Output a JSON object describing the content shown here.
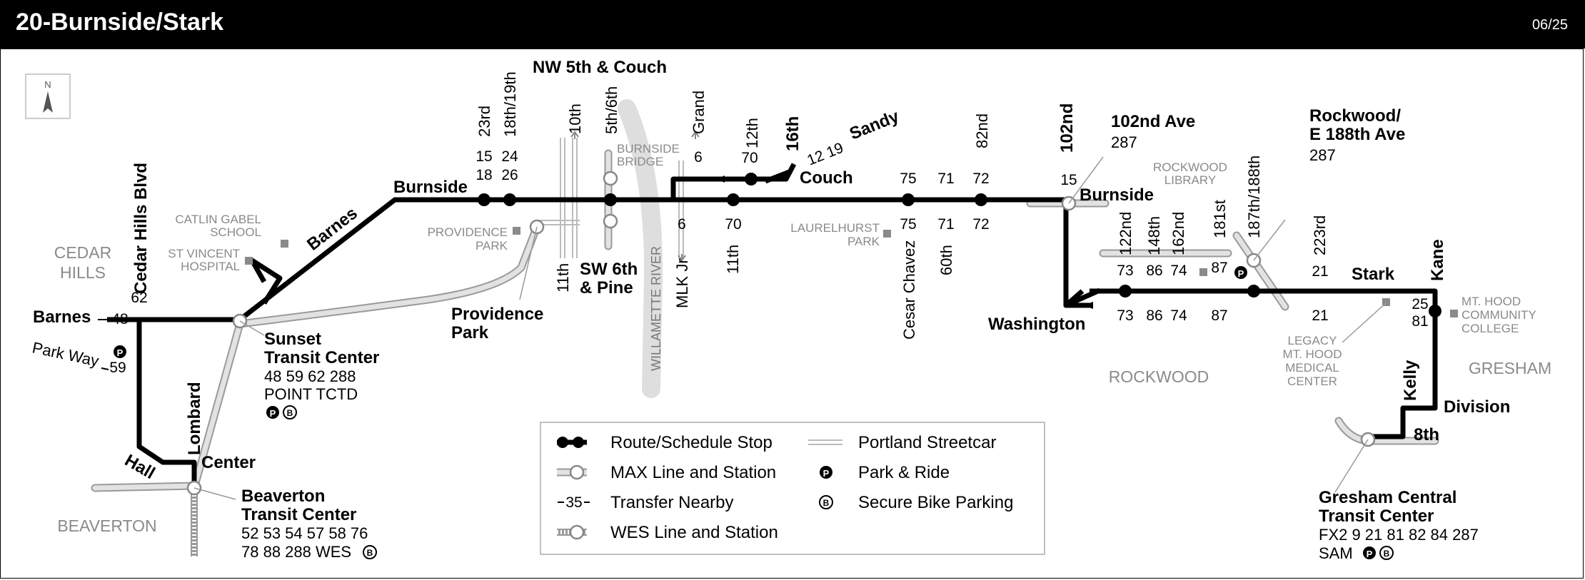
{
  "header": {
    "title": "20-Burnside/Stark",
    "date": "06/25"
  },
  "compass": {
    "letter": "N"
  },
  "areas": {
    "cedar_hills_1": "CEDAR",
    "cedar_hills_2": "HILLS",
    "beaverton": "BEAVERTON",
    "rockwood": "ROCKWOOD",
    "gresham": "GRESHAM"
  },
  "streets": {
    "cedar_hills_blvd": "Cedar Hills Blvd",
    "barnes_left": "Barnes",
    "barnes_diag": "Barnes",
    "park_way": "Park Way",
    "hall": "Hall",
    "lombard": "Lombard",
    "center": "Center",
    "burnside_1": "Burnside",
    "burnside_2": "Burnside",
    "couch": "Couch",
    "sandy": "Sandy",
    "st_16th": "16th",
    "st_102nd": "102nd",
    "washington": "Washington",
    "stark": "Stark",
    "kane": "Kane",
    "kelly": "Kelly",
    "division": "Division",
    "st_8th": "8th",
    "st_23rd": "23rd",
    "st_18th19th": "18th/19th",
    "st_10th": "10th",
    "st_11th": "11th",
    "st_5th6th": "5th/6th",
    "grand": "Grand",
    "st_12th": "12th",
    "st_11th_b": "11th",
    "mlk": "MLK Jr",
    "cesar_chavez": "Cesar Chavez",
    "st_60th": "60th",
    "st_82nd": "82nd",
    "st_122nd": "122nd",
    "st_148th": "148th",
    "st_162nd": "162nd",
    "st_181st": "181st",
    "st_187th188th": "187th/188th",
    "st_223rd": "223rd",
    "river": "WILLAMETTE  RIVER"
  },
  "places": {
    "nw5th_couch": "NW 5th & Couch",
    "sw6th_pine_1": "SW 6th",
    "sw6th_pine_2": "& Pine",
    "providence_park_1": "Providence",
    "providence_park_2": "Park",
    "ave102_title": "102nd Ave",
    "ave102_routes": "287",
    "rockwood_1": "Rockwood/",
    "rockwood_2": "E 188th Ave",
    "rockwood_routes": "287"
  },
  "landmarks": {
    "catlin_1": "CATLIN GABEL",
    "catlin_2": "SCHOOL",
    "stvincent_1": "ST VINCENT",
    "stvincent_2": "HOSPITAL",
    "providence_1": "PROVIDENCE",
    "providence_2": "PARK",
    "bridge_1": "BURNSIDE",
    "bridge_2": "BRIDGE",
    "laurelhurst_1": "LAURELHURST",
    "laurelhurst_2": "PARK",
    "library_1": "ROCKWOOD",
    "library_2": "LIBRARY",
    "legacy_1": "LEGACY",
    "legacy_2": "MT. HOOD",
    "legacy_3": "MEDICAL",
    "legacy_4": "CENTER",
    "mhcc_1": "MT. HOOD",
    "mhcc_2": "COMMUNITY",
    "mhcc_3": "COLLEGE"
  },
  "transit_centers": {
    "sunset_1": "Sunset",
    "sunset_2": "Transit Center",
    "sunset_routes_1": "48 59 62 288",
    "sunset_routes_2": "POINT TCTD",
    "beaverton_1": "Beaverton",
    "beaverton_2": "Transit Center",
    "beaverton_routes_1": "52 53 54 57 58 76",
    "beaverton_routes_2": "78 88 288 WES",
    "gresham_1": "Gresham Central",
    "gresham_2": "Transit Center",
    "gresham_routes_1": "FX2 9 21 81 82 84 287",
    "gresham_routes_2": "SAM"
  },
  "transfers": {
    "t62": "62",
    "t48": "48",
    "t59": "59",
    "t15_18": "15",
    "t18": "18",
    "t24": "24",
    "t26": "26",
    "t6a": "6",
    "t6b": "6",
    "t70a": "70",
    "t70b": "70",
    "t12_19": "12 19",
    "t75a": "75",
    "t75b": "75",
    "t71a": "71",
    "t71b": "71",
    "t72a": "72",
    "t72b": "72",
    "t15b": "15",
    "t73a": "73",
    "t73b": "73",
    "t86a": "86",
    "t86b": "86",
    "t74a": "74",
    "t74b": "74",
    "t87a": "87",
    "t87b": "87",
    "t21a": "21",
    "t21b": "21",
    "t25": "25",
    "t81": "81"
  },
  "icons": {
    "park_ride": "P",
    "bike": "B"
  },
  "legend": {
    "route_stop": "Route/Schedule Stop",
    "max": "MAX Line and Station",
    "transfer_sample": "35",
    "transfer": "Transfer Nearby",
    "wes": "WES Line and Station",
    "streetcar": "Portland Streetcar",
    "park_ride": "Park & Ride",
    "bike": "Secure Bike Parking"
  },
  "colors": {
    "route": "#000000",
    "max": "#d9d9d9",
    "max_outline": "#9a9a9a",
    "river": "#dedede",
    "landmark": "#8a8a8a"
  }
}
